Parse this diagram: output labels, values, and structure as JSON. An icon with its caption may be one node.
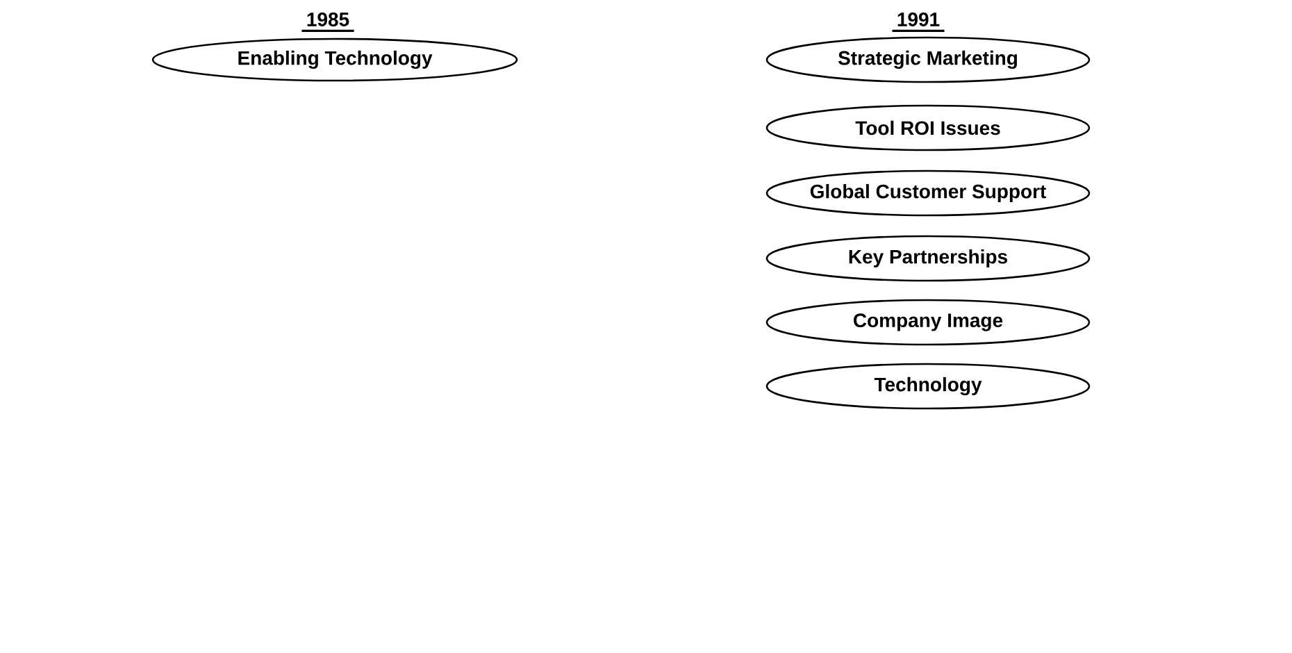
{
  "diagram": {
    "nodes": [
      {
        "text": [
          "Enabling Technology"
        ]
      },
      {
        "text": [
          "Strategic Marketing"
        ]
      },
      {
        "text": [
          "Tool ROI Issues"
        ]
      },
      {
        "text": [
          "Global Customer Support"
        ]
      },
      {
        "text": [
          "Key Partnerships"
        ]
      },
      {
        "text": [
          "Company Image"
        ]
      },
      {
        "text": [
          "Technology"
        ]
      }
    ],
    "labels": [
      "1985",
      "1991"
    ]
  }
}
